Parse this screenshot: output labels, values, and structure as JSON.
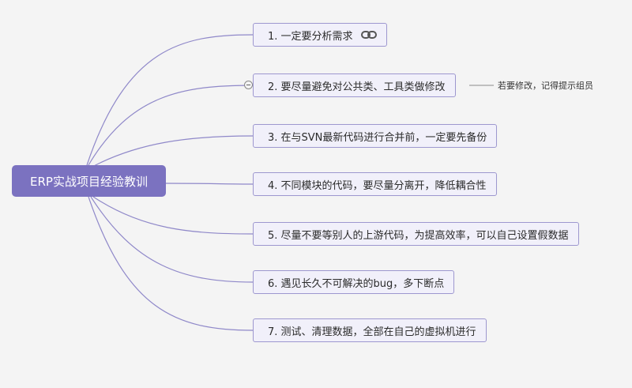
{
  "mindmap": {
    "root": {
      "label": "ERP实战项目经验教训"
    },
    "branches": [
      {
        "label": "1. 一定要分析需求"
      },
      {
        "label": "2. 要尽量避免对公共类、工具类做修改"
      },
      {
        "label": "3. 在与SVN最新代码进行合并前，一定要先备份"
      },
      {
        "label": "4. 不同模块的代码，要尽量分离开，降低耦合性"
      },
      {
        "label": "5. 尽量不要等别人的上游代码，为提高效率，可以自己设置假数据"
      },
      {
        "label": "6. 遇见长久不可解决的bug，多下断点"
      },
      {
        "label": "7. 测试、清理数据，全部在自己的虚拟机进行"
      }
    ],
    "note": {
      "label": "若要修改，记得提示组员"
    }
  },
  "colors": {
    "root_fill": "#7b72c0",
    "node_fill": "#f1f0fa",
    "node_border": "#9d97cf",
    "connector": "#8f88c9",
    "background": "#f4f4f4"
  },
  "icons": {
    "link": "link-icon",
    "collapse": "collapse-toggle-icon"
  }
}
